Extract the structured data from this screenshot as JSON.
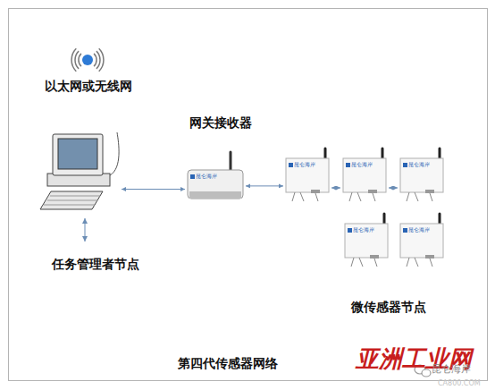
{
  "diagram": {
    "caption": "第四代传感器网络",
    "nodes": [
      {
        "text": [
          "任务管理者节点"
        ]
      },
      {
        "text": [
          "网关接收器",
          "昆仑海岸"
        ]
      },
      {
        "text": [
          "昆仑海岸"
        ]
      },
      {
        "text": [
          "昆仑海岸"
        ]
      },
      {
        "text": [
          "昆仑海岸"
        ]
      },
      {
        "text": [
          "昆仑海岸"
        ]
      },
      {
        "text": [
          "昆仑海岸"
        ]
      }
    ],
    "edges": [
      {
        "from": 0,
        "to": 1,
        "arrow": "both"
      },
      {
        "from": 1,
        "to": 2,
        "arrow": "both"
      },
      {
        "from": 2,
        "to": 3,
        "arrow": "both"
      },
      {
        "from": 3,
        "to": 4,
        "arrow": "both"
      }
    ],
    "labels": [
      "以太网或无线网",
      "微传感器节点",
      "亚洲工业网",
      "昆仑海岸",
      "CA800.COM"
    ]
  }
}
